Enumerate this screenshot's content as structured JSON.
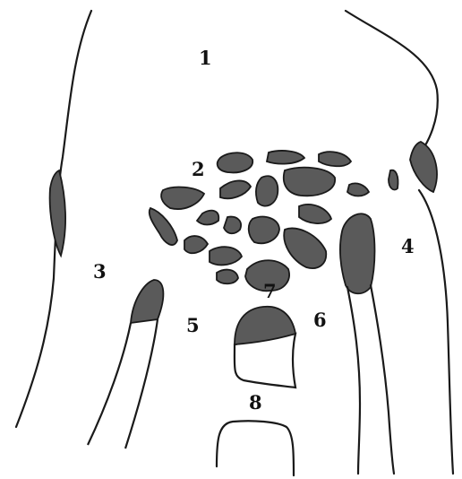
{
  "labels": {
    "l1": "1",
    "l2": "2",
    "l3": "3",
    "l4": "4",
    "l5": "5",
    "l6": "6",
    "l7": "7",
    "l8": "8"
  },
  "colors": {
    "line": "#1a1a1a",
    "shaded_bone": "#5a5a5a",
    "background": "#ffffff"
  }
}
